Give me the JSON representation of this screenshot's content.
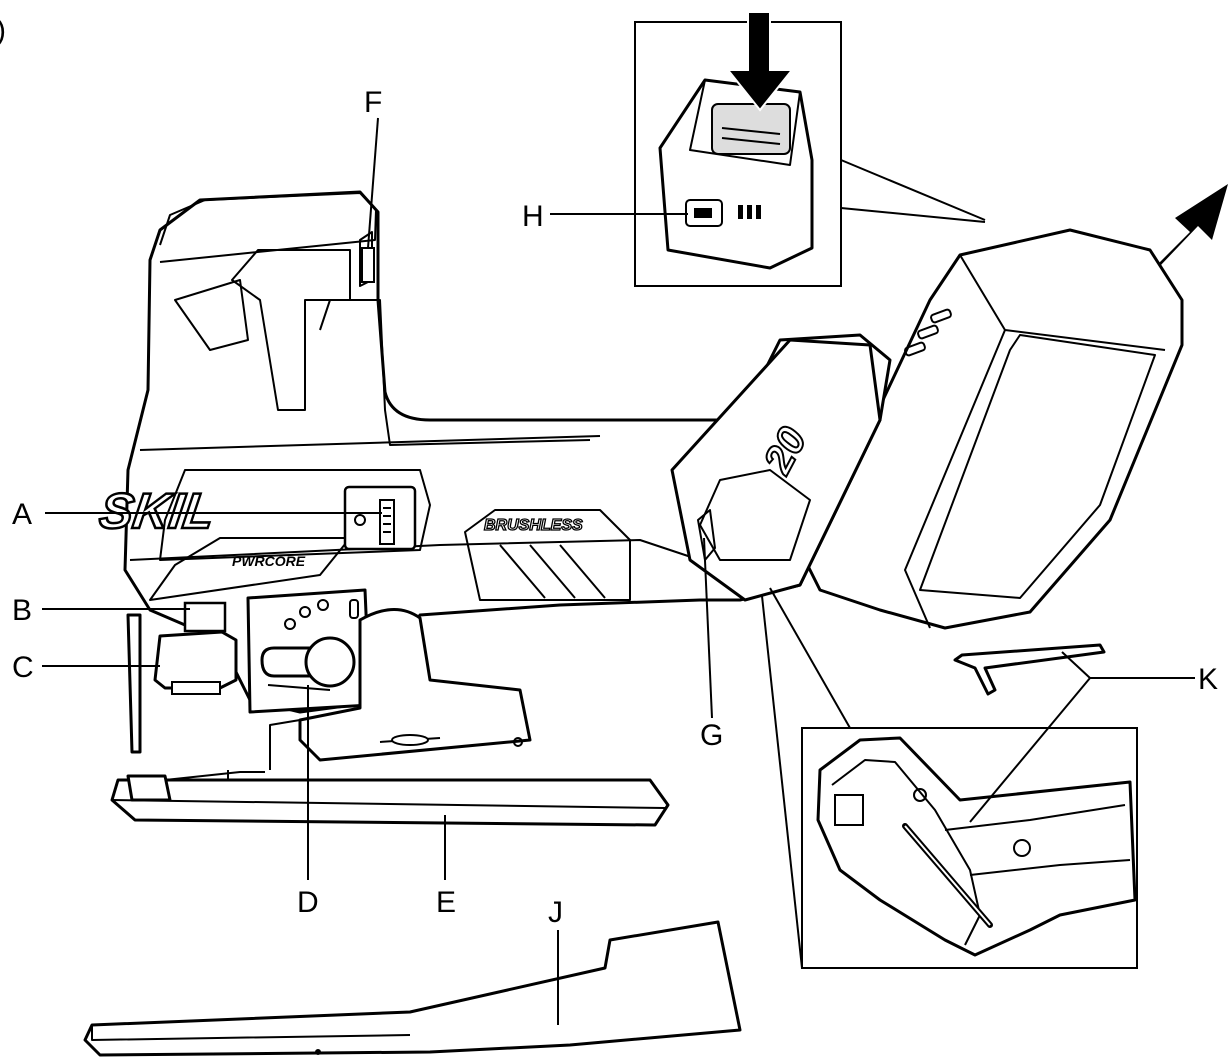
{
  "figure_marker": ")",
  "labels": {
    "A": "A",
    "B": "B",
    "C": "C",
    "D": "D",
    "E": "E",
    "F": "F",
    "G": "G",
    "H": "H",
    "J": "J",
    "K": "K"
  },
  "tool": {
    "brand": "SKIL",
    "sub_brand": "PWRCORE",
    "motor_badge": "BRUSHLESS",
    "battery_voltage": "20"
  },
  "icons": {
    "push_arrow": "arrow-down-icon",
    "remove_arrow": "arrow-up-right-icon"
  }
}
